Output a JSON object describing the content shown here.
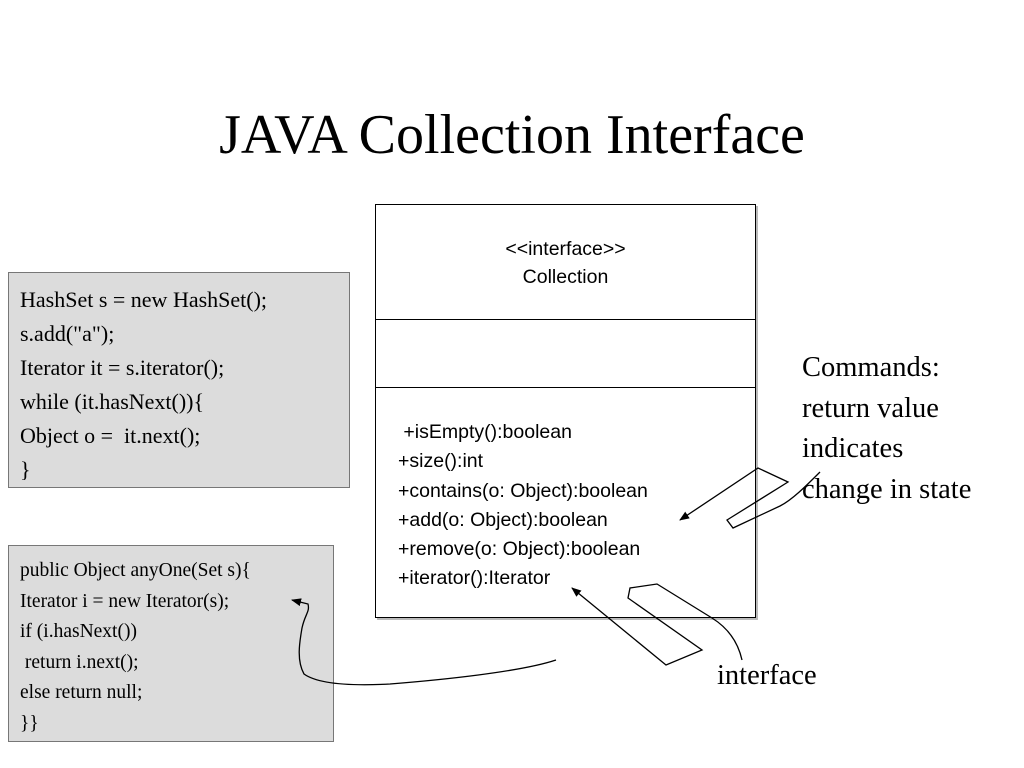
{
  "title": "JAVA Collection Interface",
  "code_block_1": {
    "lines": [
      "HashSet s = new HashSet();",
      "s.add(\"a\");",
      "Iterator it = s.iterator();",
      "while (it.hasNext()){",
      "Object o =  it.next();",
      "}"
    ]
  },
  "code_block_2": {
    "lines": [
      "public Object anyOne(Set s){",
      "Iterator i = new Iterator(s);",
      "if (i.hasNext())",
      " return i.next();",
      "else return null;",
      "}}"
    ]
  },
  "uml": {
    "stereotype": "<<interface>>",
    "name": "Collection",
    "operations": [
      " +isEmpty():boolean",
      "+size():int",
      "+contains(o: Object):boolean",
      "+add(o: Object):boolean",
      "+remove(o: Object):boolean",
      "+iterator():Iterator"
    ]
  },
  "annotations": {
    "commands_note": [
      "Commands:",
      "return value",
      "indicates",
      "change in state"
    ],
    "interface_note": "interface"
  }
}
